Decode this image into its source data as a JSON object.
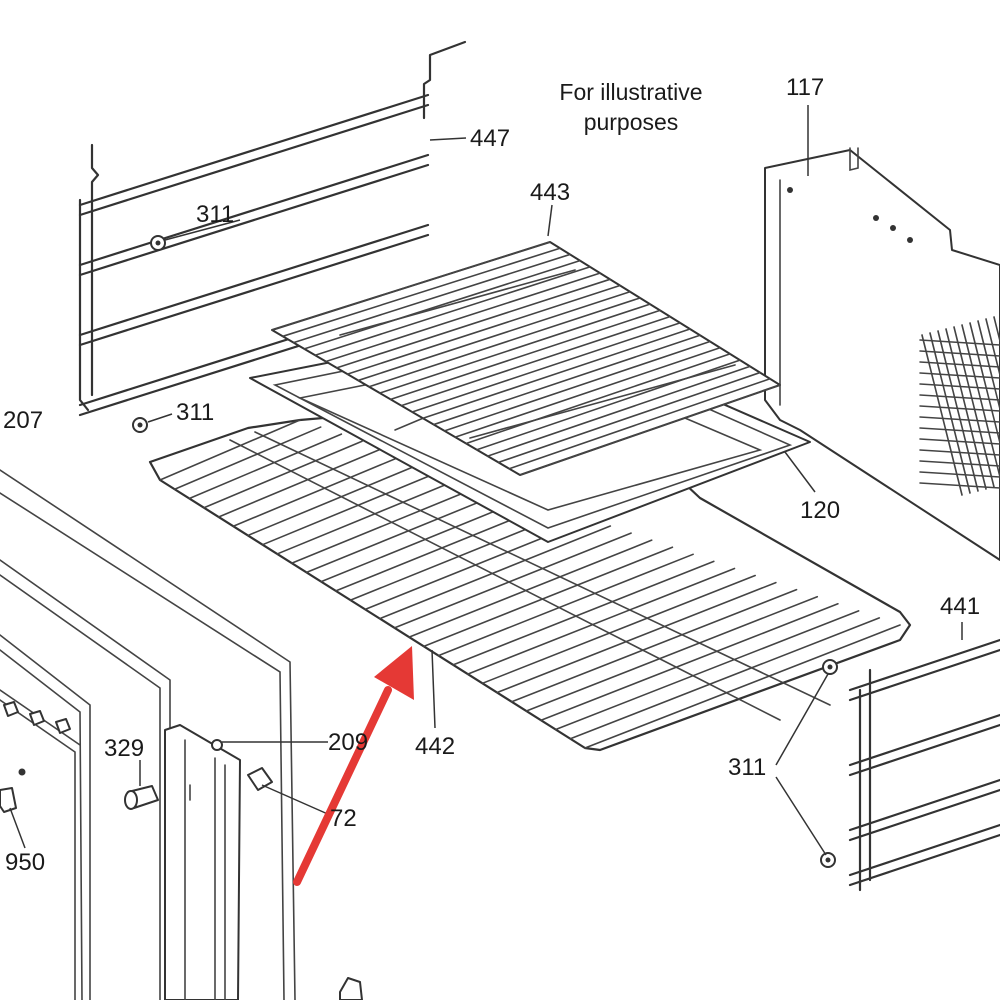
{
  "note": {
    "line1": "For illustrative",
    "line2": "purposes"
  },
  "parts": [
    {
      "id": "447"
    },
    {
      "id": "311"
    },
    {
      "id": "311"
    },
    {
      "id": "207"
    },
    {
      "id": "443"
    },
    {
      "id": "117"
    },
    {
      "id": "120"
    },
    {
      "id": "441"
    },
    {
      "id": "442"
    },
    {
      "id": "311"
    },
    {
      "id": "329"
    },
    {
      "id": "209"
    },
    {
      "id": "72"
    },
    {
      "id": "950"
    }
  ],
  "highlight": {
    "part": "442",
    "color": "#e53935"
  },
  "colors": {
    "line": "#333333",
    "background": "#ffffff"
  }
}
